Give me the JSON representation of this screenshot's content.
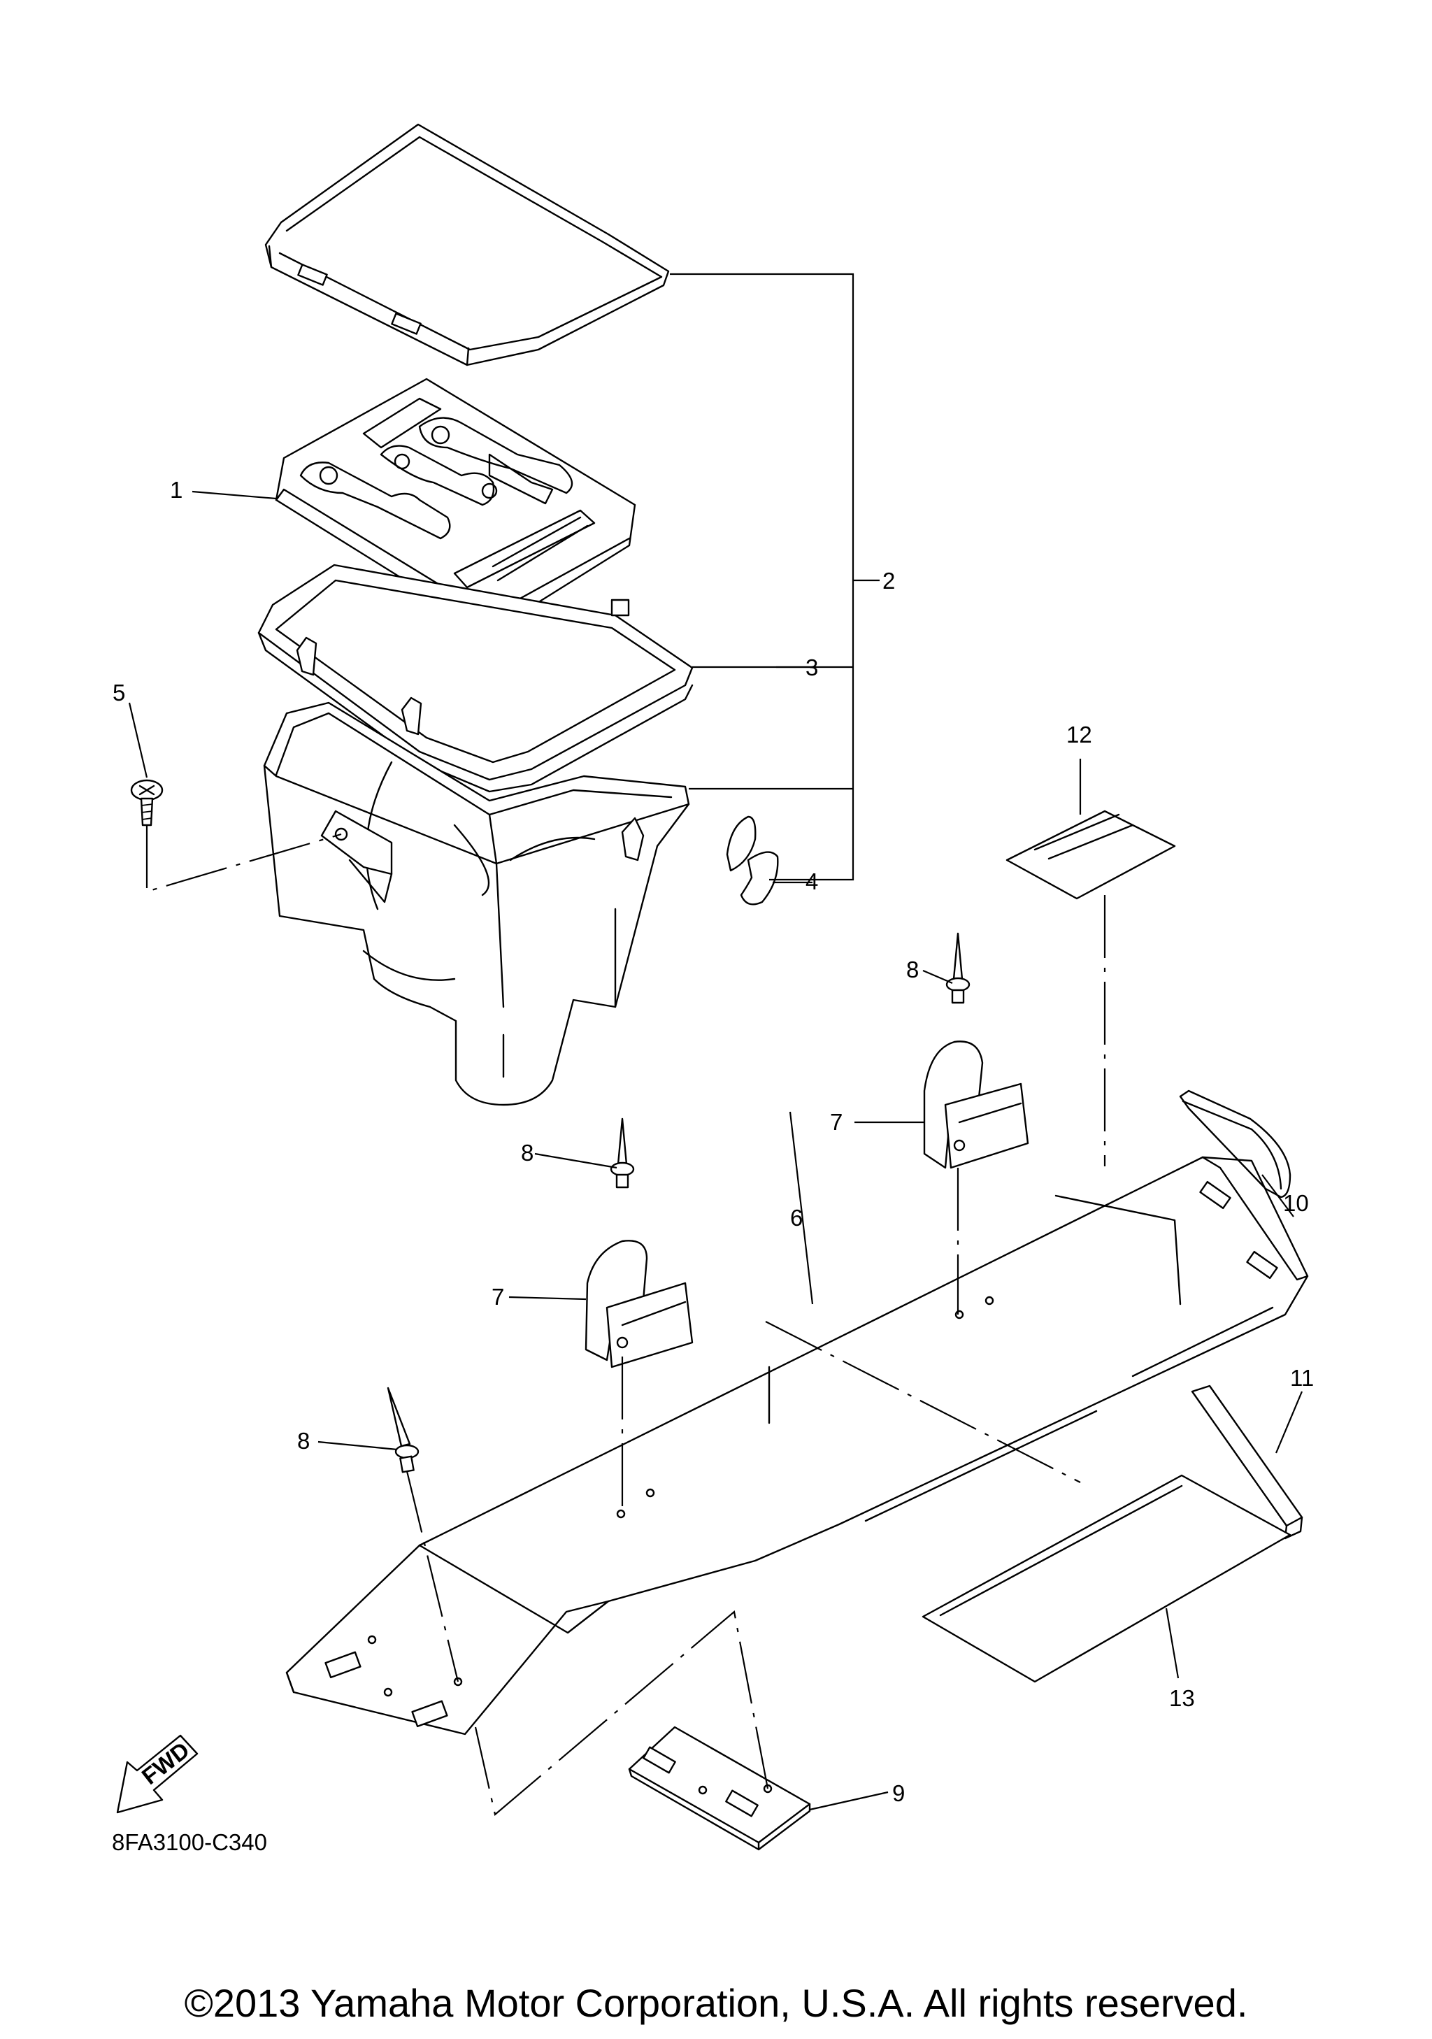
{
  "diagram": {
    "code": "8FA3100-C340",
    "fwd_arrow_label": "FWD",
    "copyright": "©2013 Yamaha Motor Corporation, U.S.A. All rights reserved."
  },
  "callouts": {
    "c1": "1",
    "c2": "2",
    "c3": "3",
    "c4": "4",
    "c5": "5",
    "c6": "6",
    "c7a": "7",
    "c7b": "7",
    "c8a": "8",
    "c8b": "8",
    "c8c": "8",
    "c9": "9",
    "c10": "10",
    "c11": "11",
    "c12": "12",
    "c13": "13"
  }
}
